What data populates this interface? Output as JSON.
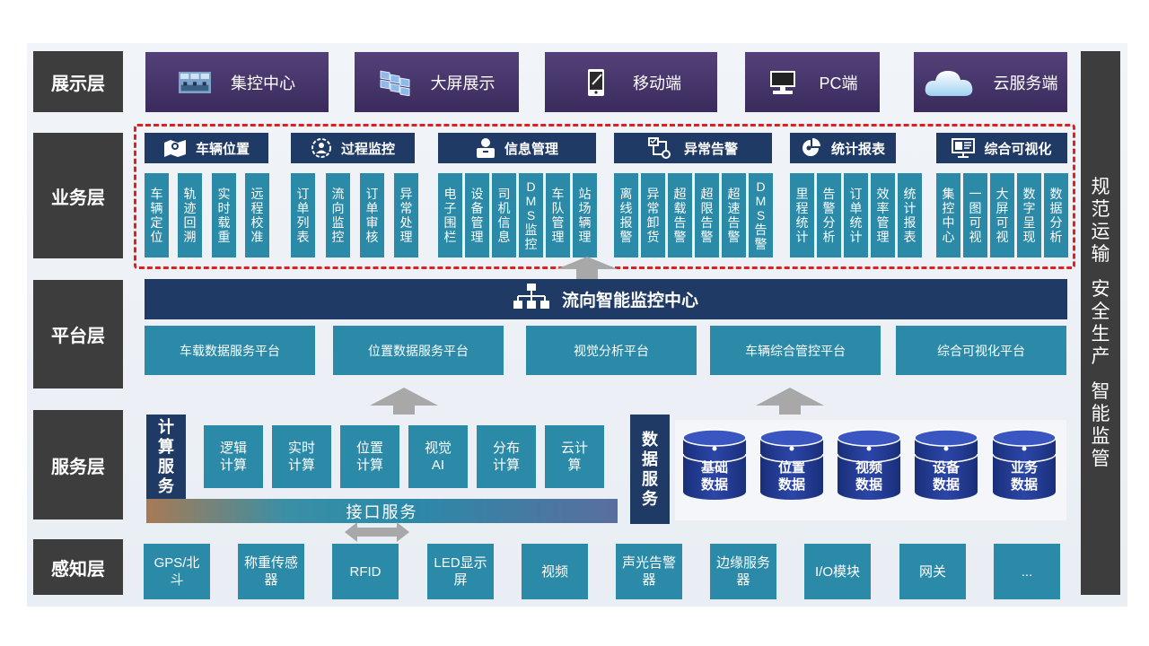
{
  "layers": [
    "展示层",
    "业务层",
    "平台层",
    "服务层",
    "感知层"
  ],
  "right_bar": [
    "规范运输",
    "安全生产",
    "智能监管"
  ],
  "display": [
    {
      "label": "集控中心",
      "icon": "control-room-icon"
    },
    {
      "label": "大屏展示",
      "icon": "screen-wall-icon"
    },
    {
      "label": "移动端",
      "icon": "mobile-icon"
    },
    {
      "label": "PC端",
      "icon": "pc-icon"
    },
    {
      "label": "云服务端",
      "icon": "cloud-icon"
    }
  ],
  "business": [
    {
      "title": "车辆位置",
      "icon": "map-pin-icon",
      "items": [
        "车辆定位",
        "轨迹回溯",
        "实时载重",
        "远程校准"
      ]
    },
    {
      "title": "过程监控",
      "icon": "monitor-person-icon",
      "items": [
        "订单列表",
        "流向监控",
        "订单审核",
        "异常处理"
      ]
    },
    {
      "title": "信息管理",
      "icon": "info-person-icon",
      "items": [
        "电子围栏",
        "设备管理",
        "司机信息",
        "DMS监控",
        "车队管理",
        "站场辆理"
      ]
    },
    {
      "title": "异常告警",
      "icon": "alarm-flow-icon",
      "items": [
        "离线报警",
        "异常卸货",
        "超载告警",
        "超限告警",
        "超速告警",
        "DMS告警"
      ]
    },
    {
      "title": "统计报表",
      "icon": "pie-chart-icon",
      "items": [
        "里程统计",
        "告警分析",
        "订单统计",
        "效率管理",
        "统计报表"
      ]
    },
    {
      "title": "综合可视化",
      "icon": "dashboard-icon",
      "items": [
        "集控中心",
        "一图可视",
        "大屏可视",
        "数字呈现",
        "数据分析"
      ]
    }
  ],
  "platform": {
    "center": "流向智能监控中心",
    "items": [
      "车载数据服务平台",
      "位置数据服务平台",
      "视觉分析平台",
      "车辆综合管控平台",
      "综合可视化平台"
    ]
  },
  "service": {
    "compute_label": "计算服务",
    "compute_items": [
      "逻辑计算",
      "实时计算",
      "位置计算",
      "视觉AI",
      "分布计算",
      "云计算"
    ],
    "data_label": "数据服务",
    "data_items": [
      "基础数据",
      "位置数据",
      "视频数据",
      "设备数据",
      "业务数据"
    ],
    "interface": "接口服务"
  },
  "perception": [
    "GPS/北斗",
    "称重传感器",
    "RFID",
    "LED显示屏",
    "视频",
    "声光告警器",
    "边缘服务器",
    "I/O模块",
    "网关",
    "..."
  ],
  "colors": {
    "dark": "#3d3d3d",
    "navy": "#1f3a64",
    "teal": "#2a8aa8",
    "purple": "#4a3870",
    "red": "#e02020",
    "arrow": "#a8a8a8"
  }
}
